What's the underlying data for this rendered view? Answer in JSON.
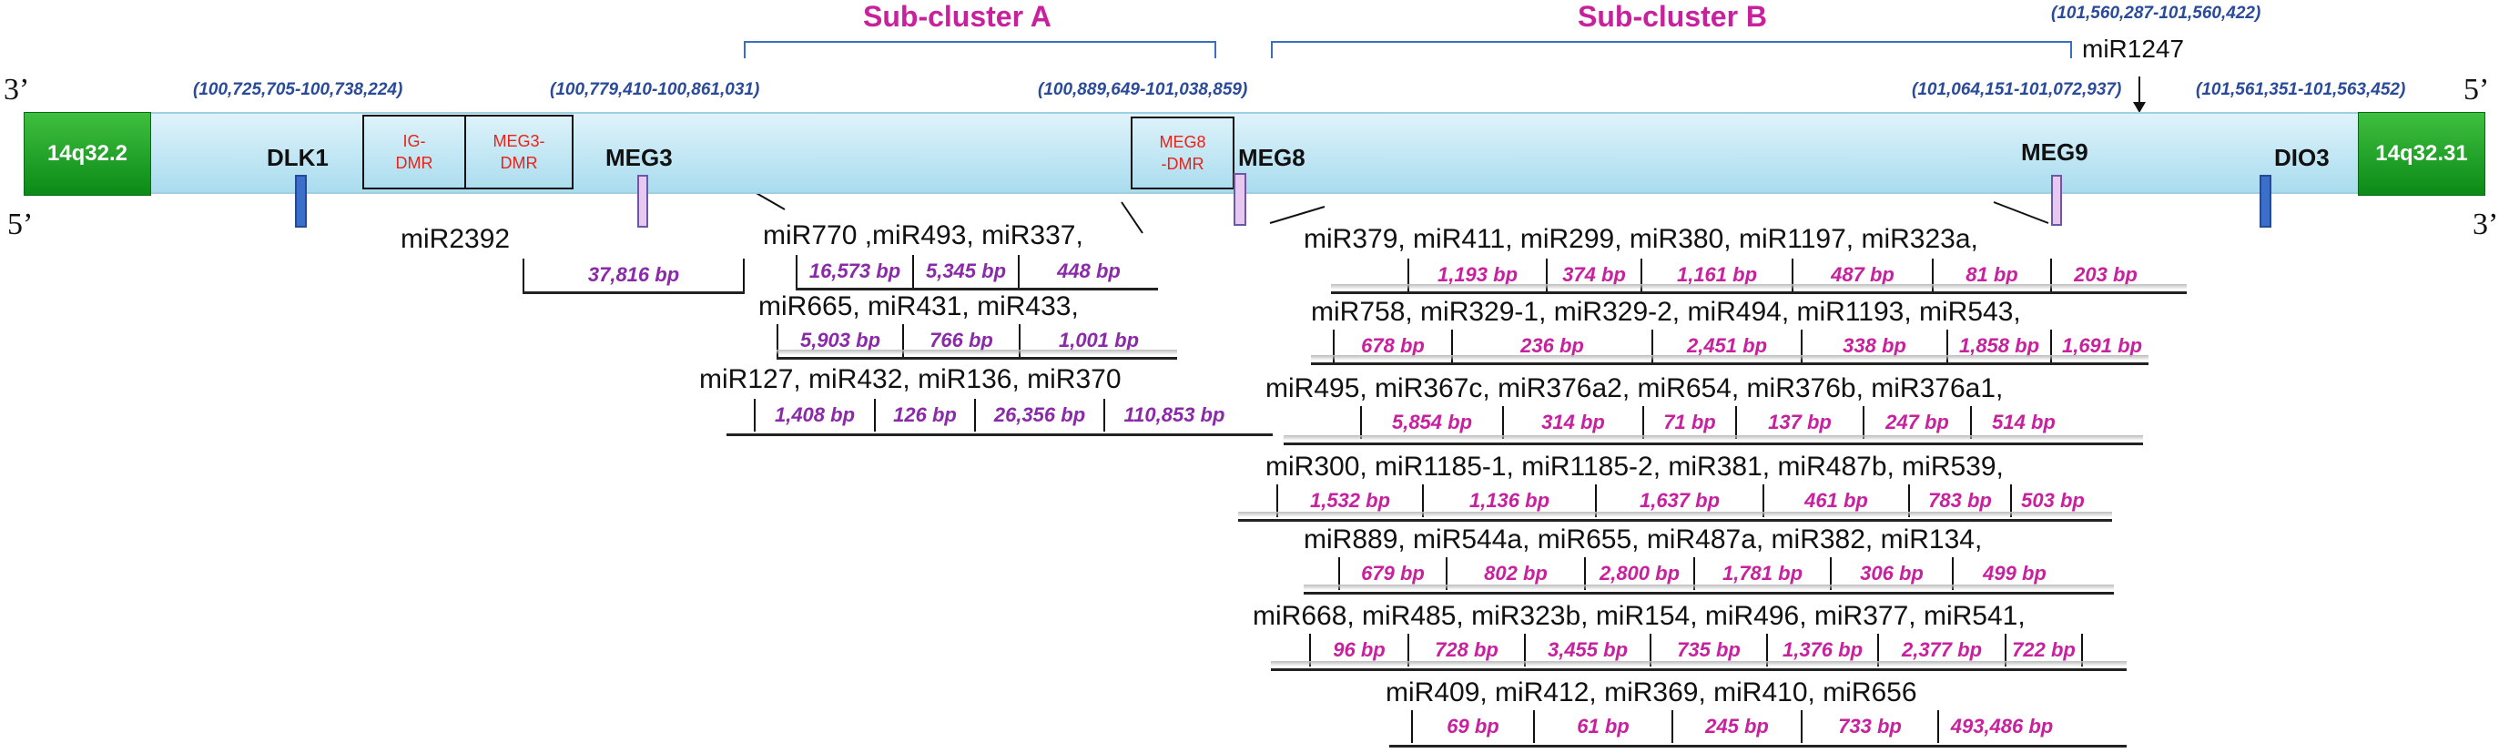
{
  "strands": {
    "top_left": "3’",
    "bottom_left": "5’",
    "top_right": "5’",
    "bottom_right": "3’"
  },
  "bands": {
    "left": "14q32.2",
    "right": "14q32.31"
  },
  "genes": {
    "dlk1": "DLK1",
    "meg3": "MEG3",
    "meg8": "MEG8",
    "meg9": "MEG9",
    "dio3": "DIO3"
  },
  "dmrs": {
    "ig": "IG-\nDMR",
    "meg3": "MEG3-\nDMR",
    "meg8": "MEG8\n-DMR"
  },
  "coords": {
    "c1": "(100,725,705-100,738,224)",
    "c2": "(100,779,410-100,861,031)",
    "c3": "(100,889,649-101,038,859)",
    "c4": "(101,064,151-101,072,937)",
    "c5": "(101,561,351-101,563,452)",
    "c6": "(101,560,287-101,560,422)"
  },
  "subclusters": {
    "a": "Sub-cluster A",
    "b": "Sub-cluster B"
  },
  "mir1247": "miR1247",
  "mir2392": "miR2392",
  "mir2392_gap": "37,816 bp",
  "cluster_a": [
    {
      "names": "miR770 ,miR493, miR337,",
      "gaps": [
        "16,573 bp",
        "5,345 bp",
        "448 bp"
      ]
    },
    {
      "names": "miR665, miR431, miR433,",
      "gaps": [
        "5,903 bp",
        "766 bp",
        "1,001 bp"
      ]
    },
    {
      "names": "miR127, miR432, miR136, miR370",
      "gaps": [
        "1,408 bp",
        "126 bp",
        "26,356 bp",
        "110,853 bp"
      ]
    }
  ],
  "cluster_b": [
    {
      "names": "miR379, miR411, miR299, miR380, miR1197, miR323a,",
      "gaps": [
        "1,193 bp",
        "374 bp",
        "1,161 bp",
        "487 bp",
        "81 bp",
        "203 bp"
      ]
    },
    {
      "names": "miR758, miR329-1, miR329-2, miR494, miR1193, miR543,",
      "gaps": [
        "678 bp",
        "236 bp",
        "2,451 bp",
        "338 bp",
        "1,858 bp",
        "1,691 bp"
      ]
    },
    {
      "names": "miR495, miR367c, miR376a2, miR654, miR376b, miR376a1,",
      "gaps": [
        "5,854 bp",
        "314 bp",
        "71 bp",
        "137 bp",
        "247 bp",
        "514 bp"
      ]
    },
    {
      "names": "miR300, miR1185-1, miR1185-2, miR381, miR487b, miR539,",
      "gaps": [
        "1,532 bp",
        "1,136 bp",
        "1,637 bp",
        "461 bp",
        "783 bp",
        "503 bp"
      ]
    },
    {
      "names": "miR889, miR544a, miR655, miR487a,  miR382, miR134,",
      "gaps": [
        "679 bp",
        "802 bp",
        "2,800 bp",
        "1,781 bp",
        "306 bp",
        "499 bp"
      ]
    },
    {
      "names": "miR668, miR485, miR323b, miR154, miR496, miR377, miR541,",
      "gaps": [
        "96 bp",
        "728 bp",
        "3,455 bp",
        "735 bp",
        "1,376 bp",
        "2,377 bp",
        "722 bp"
      ]
    },
    {
      "names": "miR409, miR412, miR369, miR410, miR656",
      "gaps": [
        "69 bp",
        "61 bp",
        "245 bp",
        "733 bp",
        "493,486 bp"
      ]
    }
  ],
  "colors": {
    "gap_text": "#c8219e",
    "gap_text_a": "#8a2aa8",
    "coord_text": "#2a4a9a",
    "dmr_text": "#e8231a"
  }
}
